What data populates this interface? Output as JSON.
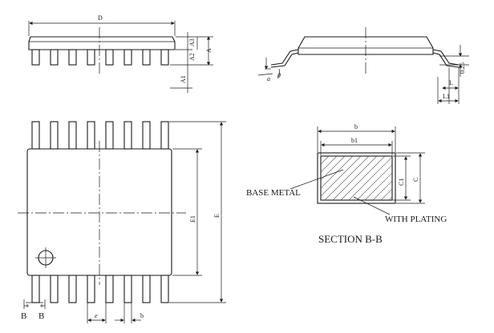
{
  "top_view_labels": {
    "D": "D",
    "A3": "A3",
    "A2": "A2",
    "A": "A",
    "A1": "A1"
  },
  "side_view_labels": {
    "theta": "θ",
    "a": "a",
    "dim_025": "0.25",
    "L": "L",
    "L1": "L1"
  },
  "plan_view_labels": {
    "E1": "E1",
    "E": "E",
    "e": "e",
    "b": "b",
    "B_left": "B",
    "B_right": "B"
  },
  "section_labels": {
    "b": "b",
    "b1": "b1",
    "C1": "C1",
    "C": "C",
    "base_metal": "BASE METAL",
    "with_plating": "WITH PLATING",
    "title": "SECTION B-B"
  },
  "colors": {
    "line": "#1a1a1a",
    "background": "#ffffff"
  }
}
